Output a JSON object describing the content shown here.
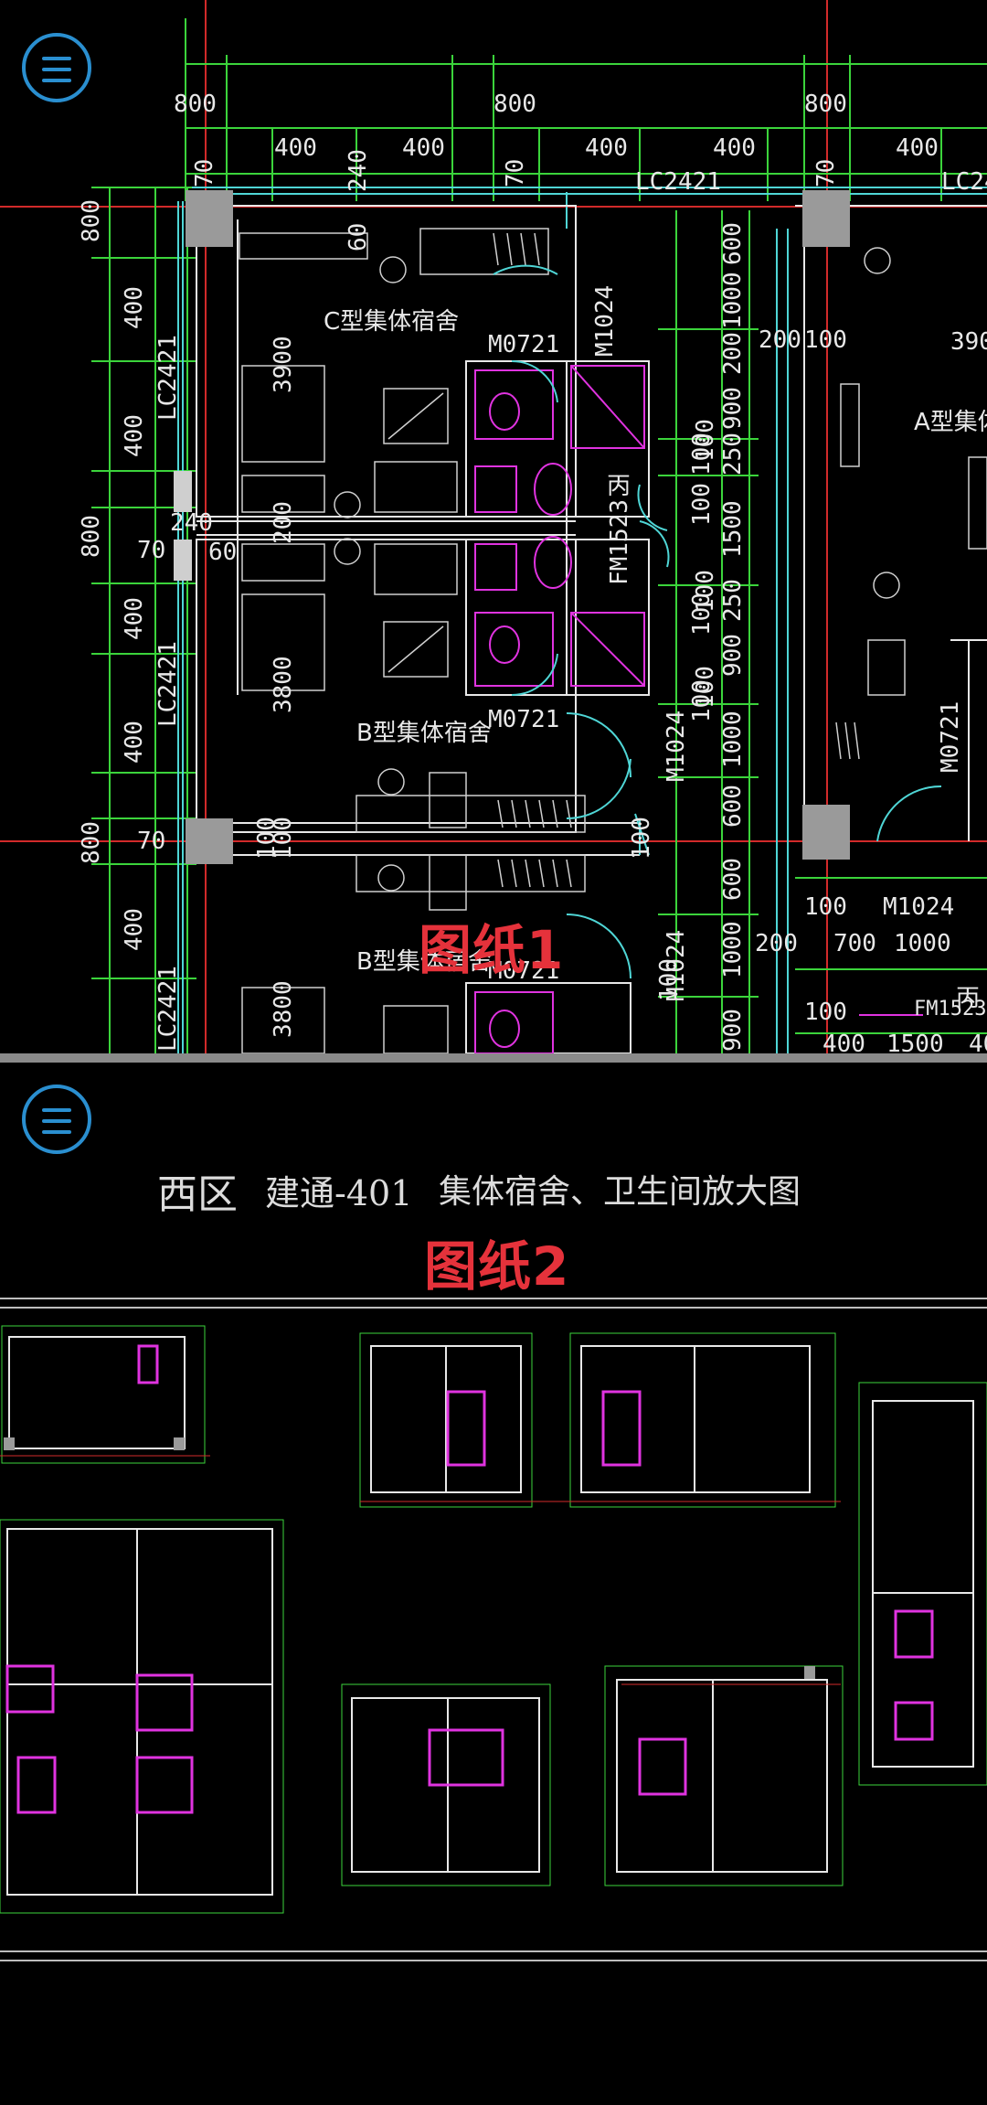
{
  "panel1": {
    "menu_icon": "hamburger-menu-icon",
    "watermark": "图纸1",
    "room_labels": {
      "room_c": "C型集体宿舍",
      "room_b1": "B型集体宿舍",
      "room_b2": "B型集体宿舍",
      "room_a": "A型集体"
    },
    "door_labels": {
      "m0721_top": "M0721",
      "m0721_mid": "M0721",
      "m0721_bot": "M0721",
      "m0721_right": "M0721",
      "m1024_a": "M1024",
      "m1024_b": "M1024",
      "m1024_c": "M1024",
      "m1024_d": "M1024",
      "fm1523_a": "FM1523",
      "fm1523_b": "FM1523",
      "lc2421_top": "LC2421",
      "lc2421_top_right": "LC24",
      "lc2421_side_1": "LC2421",
      "lc2421_side_2": "LC2421",
      "lc2421_side_3": "LC2421",
      "bing_1": "丙",
      "bing_2": "丙"
    },
    "dims_top": [
      "800",
      "800",
      "800"
    ],
    "dims_second": [
      "400",
      "400",
      "400",
      "400",
      "400"
    ],
    "dims_third": [
      "70",
      "240",
      "70",
      "70"
    ],
    "dims_left": [
      "800",
      "400",
      "400",
      "800",
      "400",
      "400",
      "800",
      "400"
    ],
    "dims_left_small": [
      "70",
      "70",
      "240",
      "60"
    ],
    "dims_room": [
      "60",
      "3900",
      "200",
      "3800",
      "3800",
      "100",
      "100",
      "390"
    ],
    "dims_right_col": [
      "600",
      "1000",
      "200",
      "900",
      "100",
      "250",
      "1500",
      "100",
      "250",
      "900",
      "100",
      "1000",
      "600",
      "600",
      "1000",
      "100",
      "900"
    ],
    "dims_wc": [
      "100",
      "100",
      "100",
      "100",
      "100"
    ],
    "dims_small": [
      "200",
      "100",
      "100",
      "700",
      "1000",
      "200",
      "100",
      "400",
      "1500",
      "40"
    ]
  },
  "panel2": {
    "menu_icon": "hamburger-menu-icon",
    "header_district": "西区",
    "header_code": "建通-401",
    "header_title": "集体宿舍、卫生间放大图",
    "watermark": "图纸2"
  },
  "colors": {
    "background": "#000000",
    "wall": "#ffffff",
    "dimension": "#3bd43b",
    "grid": "#d22a2a",
    "fixture": "#e033e0",
    "door": "#4fd6d6",
    "column": "#9a9a9a",
    "menu": "#2a8fd0",
    "watermark": "#e5323b"
  }
}
